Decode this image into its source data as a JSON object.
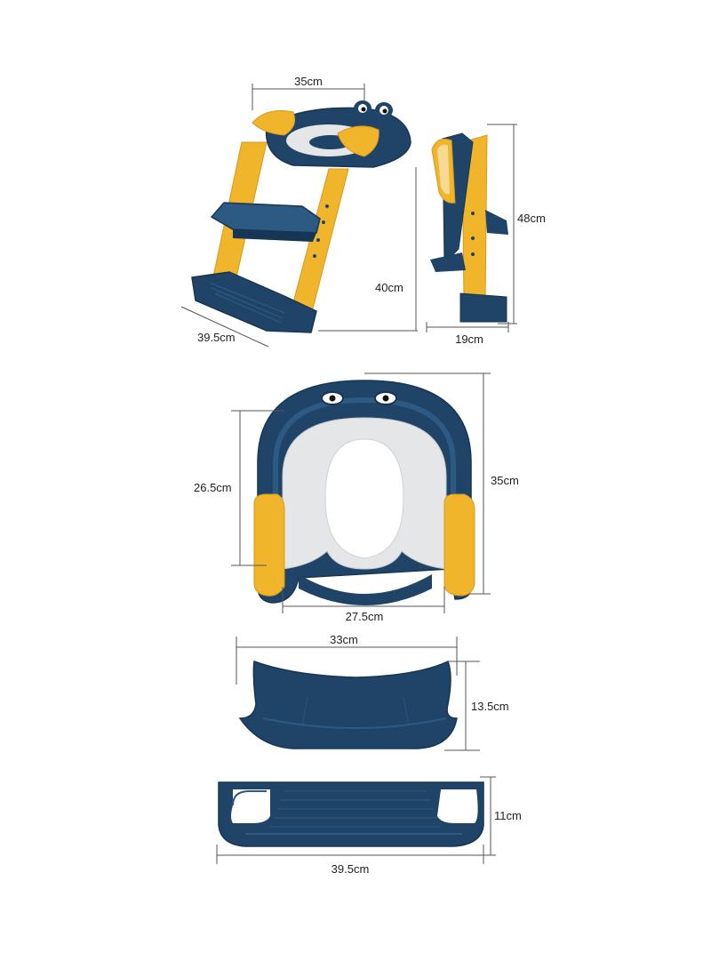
{
  "colors": {
    "navy": "#1f4468",
    "navy_dark": "#173655",
    "navy_light": "#2c5a82",
    "yellow": "#f0b52a",
    "yellow_dark": "#d9991a",
    "seat_grey": "#e4e6e8",
    "line": "#555555"
  },
  "dimensions": {
    "ladder_top_width": "35cm",
    "ladder_height": "40cm",
    "ladder_base_depth": "39.5cm",
    "side_height": "48cm",
    "side_depth": "19cm",
    "seat_inner_height": "26.5cm",
    "seat_outer_height": "35cm",
    "seat_inner_width": "27.5cm",
    "step_width": "33cm",
    "step_height": "13.5cm",
    "base_width": "39.5cm",
    "base_height": "11cm"
  }
}
